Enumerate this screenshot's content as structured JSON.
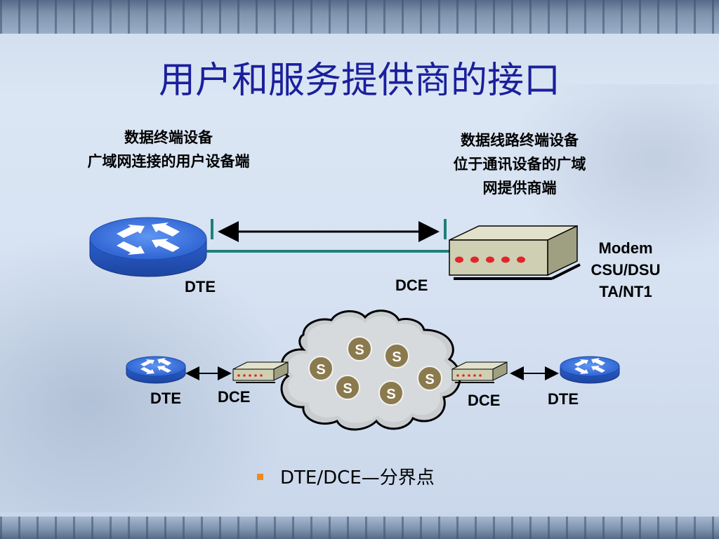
{
  "slide": {
    "title": "用户和服务提供商的接口",
    "dte_caption_line1": "数据终端设备",
    "dte_caption_line2": "广域网连接的用户设备端",
    "dce_caption_line1": "数据线路终端设备",
    "dce_caption_line2": "位于通讯设备的广域",
    "dce_caption_line3": "网提供商端",
    "top_dte_label": "DTE",
    "top_dce_label": "DCE",
    "device_types": [
      "Modem",
      "CSU/DSU",
      "TA/NT1"
    ],
    "bottom_dte_left": "DTE",
    "bottom_dce_left": "DCE",
    "bottom_dce_right": "DCE",
    "bottom_dte_right": "DTE",
    "switch_label": "S",
    "bullet_text": "DTE/DCE—分界点"
  },
  "colors": {
    "title": "#1a1f9c",
    "router": "#2f67d8",
    "link": "#1e7f7a",
    "device_led": "#e0262a",
    "cloud": "#c9cdcf",
    "switch": "#8b7a4e",
    "bullet": "#f08a1c"
  }
}
